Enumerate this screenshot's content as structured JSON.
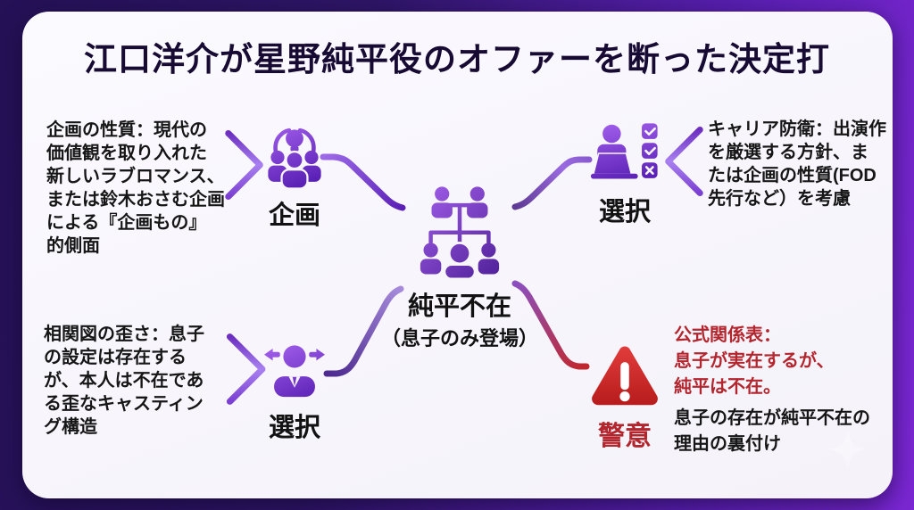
{
  "title": "江口洋介が星野純平役のオファーを断った決定打",
  "center": {
    "icon": "family-tree-icon",
    "label_line1": "純平不在",
    "label_line2": "（息子のみ登場）"
  },
  "branches": {
    "top_left": {
      "icon": "brainstorm-group-icon",
      "label": "企画",
      "text": "企画の性質：現代の\n価値観を取り入れた\n新しいラブロマンス、\nまたは鈴木おさむ企画\nによる『企画もの』\n的側面"
    },
    "top_right": {
      "icon": "person-checklist-icon",
      "label": "選択",
      "text": "キャリア防衛：出演作\nを厳選する方針、ま\nたは企画の性質(FOD\n先行など）を考慮"
    },
    "bottom_left": {
      "icon": "person-choice-icon",
      "label": "選択",
      "text": "相関図の歪さ：息子\nの設定は存在する\nが、本人は不在であ\nる歪なキャスティン\nグ構造"
    },
    "bottom_right": {
      "icon": "warning-triangle-icon",
      "label": "警意",
      "red_text": "公式関係表：\n息子が実在するが、\n純平は不在。",
      "black_text": "息子の存在が純平不在の\n理由の裏付け"
    }
  },
  "colors": {
    "accent_purple": "#7c3aed",
    "deep_purple": "#5b21b6",
    "alert_red": "#c1272d",
    "red_text": "#b3262e",
    "title_text": "#170a33",
    "body_text": "#161616",
    "background_dark": "#251156",
    "background_bright": "#7b27d3",
    "card_bg": "#f7f5fa"
  }
}
